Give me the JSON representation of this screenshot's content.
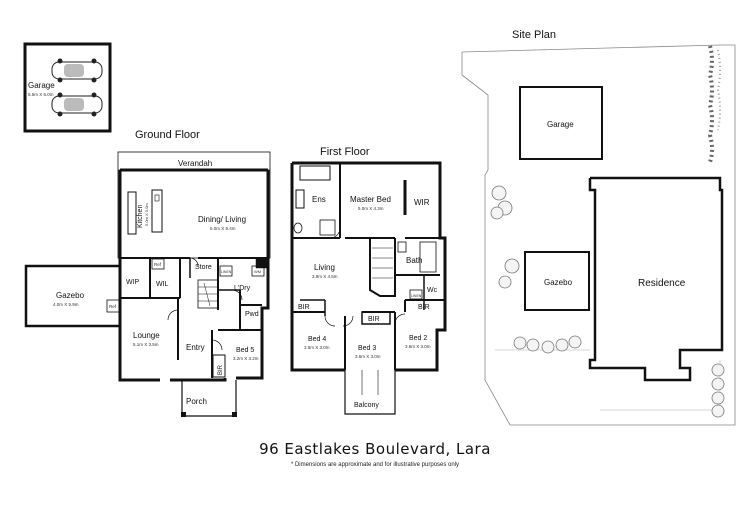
{
  "floorplan": {
    "address": "96 Eastlakes Boulevard, Lara",
    "disclaimer": "* Dimensions are approximate and for illustrative purposes only",
    "garage": {
      "title": "Garage",
      "dims": "5.5m X 6.0m"
    },
    "ground_floor": {
      "heading": "Ground Floor",
      "rooms": {
        "verandah": "Verandah",
        "kitchen": "Kitchen",
        "kitchen_dims": "5.0m X 3.0m",
        "dining_living": "Dining/ Living",
        "dining_living_dims": "5.0m X 9.4m",
        "wip": "WIP",
        "ref_kitchen": "Ref",
        "wil": "WIL",
        "store": "Store",
        "linen": "LINEN",
        "wm": "WM",
        "laundry": "L'Dry",
        "pwd": "Pwd",
        "gazebo": "Gazebo",
        "gazebo_dims": "4.0m X 5.9m",
        "ref_gazebo": "Ref",
        "lounge": "Lounge",
        "lounge_dims": "5.1m X 3.5m",
        "entry": "Entry",
        "bed5": "Bed 5",
        "bed5_dims": "3.2m X 3.2m",
        "bir": "BIR",
        "porch": "Porch"
      }
    },
    "first_floor": {
      "heading": "First Floor",
      "rooms": {
        "ens": "Ens",
        "master_bed": "Master Bed",
        "master_bed_dims": "5.0m X 4.3m",
        "wir": "WIR",
        "living": "Living",
        "living_dims": "3.9m X 4.5m",
        "bath": "Bath",
        "wc": "Wc",
        "linen": "LINEN",
        "bir_bed2": "BIR",
        "bir_bed4": "BIR",
        "bir_bed3": "BIR",
        "bed4": "Bed 4",
        "bed4_dims": "3.5m X 3.0m",
        "bed3": "Bed 3",
        "bed3_dims": "3.6m X 3.0m",
        "bed2": "Bed 2",
        "bed2_dims": "3.6m X 3.0m",
        "balcony": "Balcony"
      }
    },
    "site_plan": {
      "heading": "Site Plan",
      "garage": "Garage",
      "gazebo": "Gazebo",
      "residence": "Residence"
    }
  }
}
